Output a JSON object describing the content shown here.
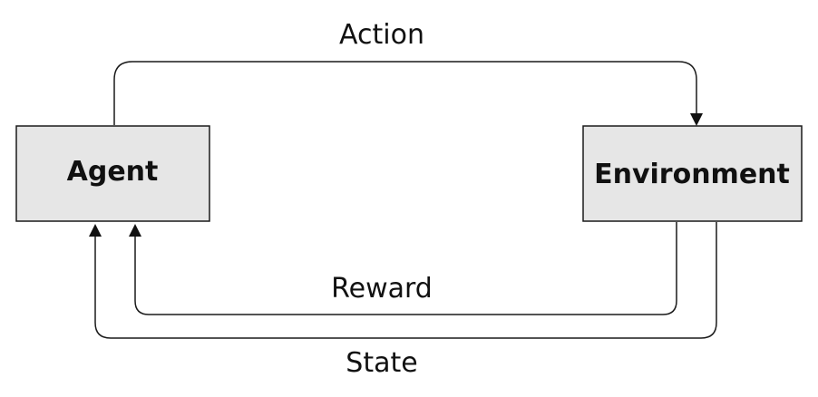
{
  "nodes": {
    "agent": {
      "label": "Agent"
    },
    "environment": {
      "label": "Environment"
    }
  },
  "edges": {
    "action": {
      "label": "Action",
      "from": "agent",
      "to": "environment"
    },
    "reward": {
      "label": "Reward",
      "from": "environment",
      "to": "agent"
    },
    "state": {
      "label": "State",
      "from": "environment",
      "to": "agent"
    }
  },
  "colors": {
    "box_fill": "#e6e6e6",
    "stroke": "#1a1a1a",
    "text": "#111111"
  }
}
